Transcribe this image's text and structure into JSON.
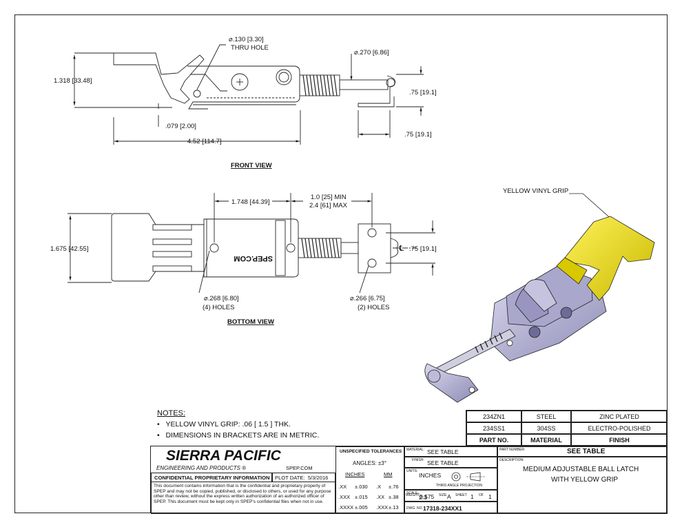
{
  "front_view": {
    "title": "FRONT VIEW",
    "hole_callout": {
      "dia_in": ".130",
      "dia_mm": "3.30",
      "note": "THRU HOLE"
    },
    "rod_callout": {
      "dia_in": ".270",
      "dia_mm": "6.86"
    },
    "height": {
      "in": "1.318",
      "mm": "33.48"
    },
    "base_thk": {
      "in": ".079",
      "mm": "2.00"
    },
    "length": {
      "in": "4.52",
      "mm": "114.7"
    },
    "catch_height": {
      "in": ".75",
      "mm": "19.1"
    },
    "catch_width": {
      "in": ".75",
      "mm": "19.1"
    }
  },
  "bottom_view": {
    "title": "BOTTOM VIEW",
    "width": {
      "in": "1.675",
      "mm": "42.55"
    },
    "spacing": {
      "in": "1.748",
      "mm": "44.39"
    },
    "adjust_min": "1.0 [25] MIN",
    "adjust_max": "2.4 [61] MAX",
    "catch_width": {
      "in": ".75",
      "mm": "19.1"
    },
    "holes_a": {
      "dia_in": ".268",
      "dia_mm": "6.80",
      "note": "(4) HOLES"
    },
    "holes_b": {
      "dia_in": ".266",
      "dia_mm": "6.75",
      "note": "(2) HOLES"
    },
    "stamp": "SPEP.COM",
    "centerline": "℄"
  },
  "iso_view": {
    "grip_label": "YELLOW VINYL GRIP",
    "grip_color": "#f2e000",
    "body_color": "#b9b7d6"
  },
  "notes": {
    "title": "NOTES:",
    "items": [
      "YELLOW VINYL GRIP: .06 [ 1.5 ] THK.",
      "DIMENSIONS IN BRACKETS ARE IN METRIC."
    ]
  },
  "part_table": {
    "rows": [
      [
        "234ZN1",
        "STEEL",
        "ZINC PLATED"
      ],
      [
        "234SS1",
        "304SS",
        "ELECTRO-POLISHED"
      ]
    ],
    "headers": [
      "PART NO.",
      "MATERIAL",
      "FINISH"
    ]
  },
  "title_block": {
    "company": "SIERRA PACIFIC",
    "company_sub": "ENGINEERING AND PRODUCTS",
    "reg": "®",
    "website": "SPEP.COM",
    "confidential_label": "CONFIDENTIAL PROPRIETARY INFORMATION",
    "plot_date_label": "PLOT DATE:",
    "plot_date": "5/3/2016",
    "confidential_text": "This document contains information that is the confidential and proprietary property of SPEP and may not be copied, published, or disclosed to others, or used for any purpose  other than review, without the express written authorization of an authorized officer of SPEP. This document must be kept only in SPEP's confidential files when not in use.",
    "tolerances_title": "UNSPECIFIED TOLERANCES",
    "angles": "ANGLES: ±3°",
    "inches_hdr": "INCHES",
    "mm_hdr": "MM",
    "tol_rows": [
      [
        ".XX",
        "±.030",
        ".X",
        "±.76"
      ],
      [
        ".XXX",
        "±.015",
        ".XX",
        "±.38"
      ],
      [
        ".XXXX",
        "±.005",
        ".XXX",
        "±.13"
      ]
    ],
    "material_label": "MATERIAL:",
    "material": "SEE TABLE",
    "finish_label": "FINISH:",
    "finish": "SEE TABLE",
    "units_label": "UNITS:",
    "units": "INCHES",
    "projection": "THIRD ANGLE PROJECTION",
    "scale_label": "SCALE:",
    "scale": "2:3",
    "weight_label": "WEIGHT:",
    "weight": "0.575",
    "size_label": "SIZE:",
    "size": "A",
    "sheet_label": "SHEET",
    "sheet": "1",
    "of_label": "OF",
    "of": "1",
    "dwg_label": "DWG. NO.",
    "dwg_no": "17318-234XX1",
    "part_number_label": "PART NUMBER:",
    "part_number": "SEE TABLE",
    "description_label": "DESCRIPTION:",
    "description_1": "MEDIUM ADJUSTABLE BALL LATCH",
    "description_2": "WITH YELLOW GRIP"
  }
}
